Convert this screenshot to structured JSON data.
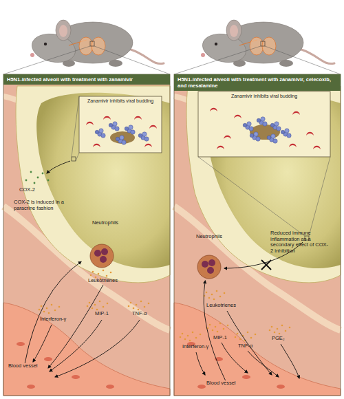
{
  "diagram": {
    "nodes": [
      {
        "text": [
          "H5N1-infected alveoli with treatment with zanamivir"
        ]
      },
      {
        "text": [
          "Zanamivir inhibits viral budding"
        ],
        "in": 0
      },
      {
        "text": [
          "Neutrophils"
        ],
        "in": 0
      },
      {
        "text": [
          "Blood vessel"
        ],
        "in": 0
      },
      {
        "text": [
          "H5N1-infected alveoli with treatment with zanamivir, celecoxib, and mesalamine"
        ]
      },
      {
        "text": [
          "Zanamivir inhibits viral budding"
        ],
        "in": 4
      },
      {
        "text": [
          "Neutrophils"
        ],
        "in": 4
      },
      {
        "text": [
          "Blood vessel"
        ],
        "in": 4
      }
    ],
    "edges": [
      {
        "from": 3,
        "to": 2,
        "arrow": "to"
      },
      {
        "from": 7,
        "to": 6,
        "arrow": "to"
      }
    ],
    "labels": [
      "COX-2",
      "COX-2 is induced in a paracrine fashion",
      "Leukotrienes",
      "Interferon-γ",
      "MIP-1",
      "TNF-α",
      "Reduced immune inflammation as a secondary effect of COX-2 inhibition",
      "Leukotrienes",
      "Interferon-γ",
      "MIP-1",
      "TNF-α",
      "PGE₂"
    ]
  }
}
